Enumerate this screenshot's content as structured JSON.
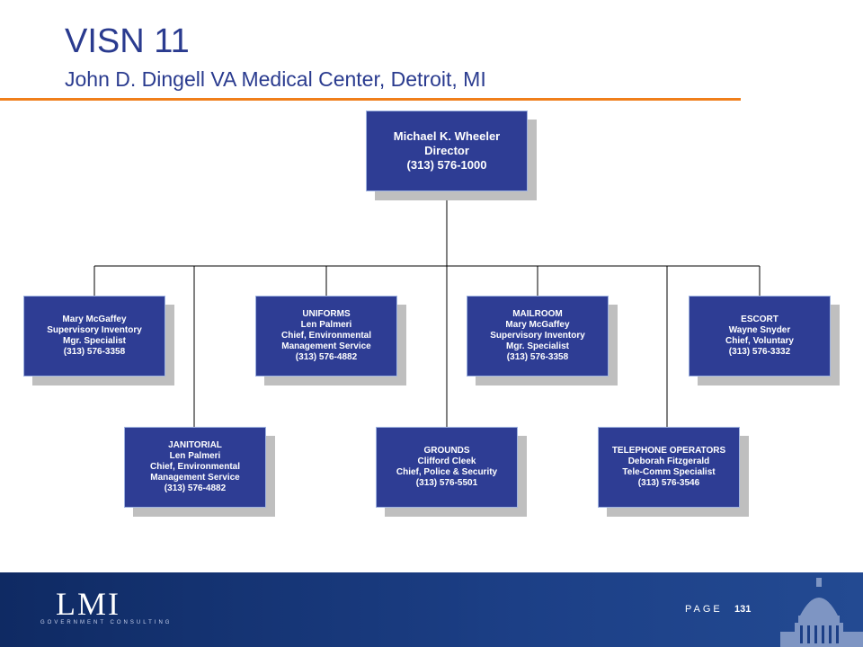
{
  "header": {
    "title": "VISN 11",
    "subtitle": "John D. Dingell VA Medical Center, Detroit, MI"
  },
  "org_chart": {
    "director": {
      "lines": [
        "Michael K. Wheeler",
        "Director",
        "(313) 576-1000"
      ]
    },
    "nodes": [
      {
        "id": "inventory",
        "lines": [
          "Mary McGaffey",
          "Supervisory Inventory",
          "Mgr. Specialist",
          "(313) 576-3358"
        ]
      },
      {
        "id": "uniforms",
        "lines": [
          "UNIFORMS",
          "Len Palmeri",
          "Chief, Environmental",
          "Management Service",
          "(313) 576-4882"
        ]
      },
      {
        "id": "mailroom",
        "lines": [
          "MAILROOM",
          "Mary McGaffey",
          "Supervisory Inventory",
          "Mgr. Specialist",
          "(313) 576-3358"
        ]
      },
      {
        "id": "escort",
        "lines": [
          "ESCORT",
          "Wayne Snyder",
          "Chief, Voluntary",
          "(313) 576-3332"
        ]
      },
      {
        "id": "janitorial",
        "lines": [
          "JANITORIAL",
          "Len Palmeri",
          "Chief, Environmental",
          "Management Service",
          "(313) 576-4882"
        ]
      },
      {
        "id": "grounds",
        "lines": [
          "GROUNDS",
          "Clifford Cleek",
          "Chief, Police & Security",
          "(313) 576-5501"
        ]
      },
      {
        "id": "telephone",
        "lines": [
          "TELEPHONE OPERATORS",
          "Deborah Fitzgerald",
          "Tele-Comm Specialist",
          "(313) 576-3546"
        ]
      }
    ]
  },
  "footer": {
    "logo_text": "LMI",
    "logo_tagline": "GOVERNMENT CONSULTING",
    "page_word": "PAGE",
    "page_number": "131"
  },
  "colors": {
    "box_fill": "#2e3d94",
    "title_blue": "#2a3b8f",
    "rule_orange": "#f07f1b",
    "footer_navy": "#1c3f86"
  }
}
